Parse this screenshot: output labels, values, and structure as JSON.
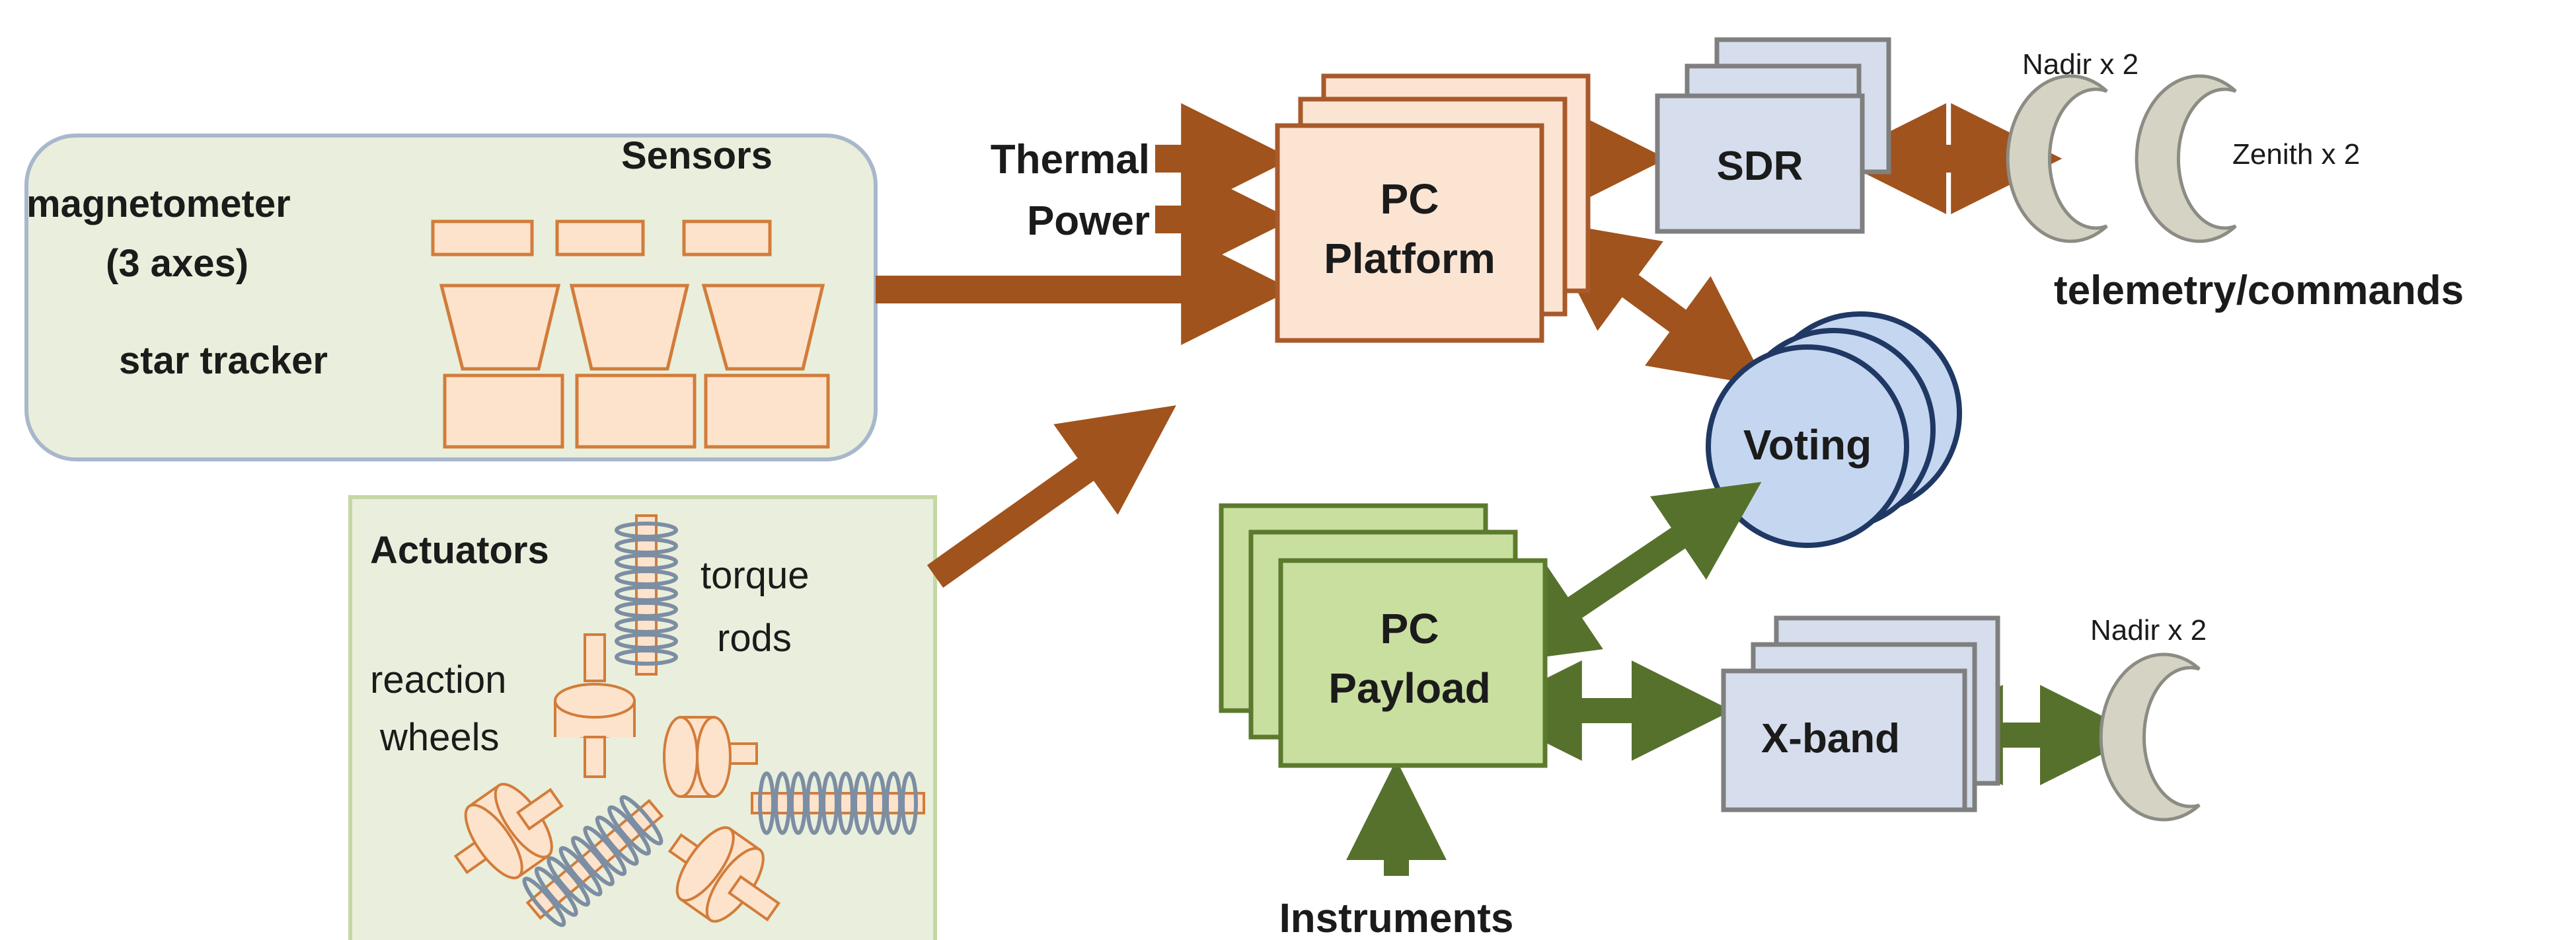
{
  "labels": {
    "sensors": "Sensors",
    "magnetometer": "magnetometer",
    "magnetometer_axes": "(3 axes)",
    "star_tracker": "star tracker",
    "thermal": "Thermal",
    "power": "Power",
    "pc_platform_1": "PC",
    "pc_platform_2": "Platform",
    "sdr": "SDR",
    "nadir_top": "Nadir x 2",
    "zenith": "Zenith x 2",
    "telemetry": "telemetry/commands",
    "voting": "Voting",
    "actuators": "Actuators",
    "torque_1": "torque",
    "torque_2": "rods",
    "reaction_1": "reaction",
    "reaction_2": "wheels",
    "pc_payload_1": "PC",
    "pc_payload_2": "Payload",
    "xband": "X-band",
    "nadir_bottom": "Nadir x 2",
    "instruments": "Instruments"
  },
  "colors": {
    "brown_arrow": "#a0531c",
    "green_arrow": "#56712c",
    "sensor_panel_fill": "#e9efdc",
    "sensor_panel_stroke": "#a9b7cc",
    "actuator_panel_fill": "#e9efdc",
    "actuator_panel_stroke": "#c5d8a4",
    "platform_fill": "#fce4d2",
    "platform_stroke": "#a85a2a",
    "payload_fill": "#c9df9f",
    "payload_stroke": "#5c7a2e",
    "radio_fill": "#d6deed",
    "radio_stroke": "#7f7f7f",
    "voting_fill": "#c5d7f0",
    "voting_stroke": "#1f3864",
    "antenna_fill": "#d5d3c4",
    "antenna_stroke": "#8c8c84",
    "component_fill": "#fde3cc",
    "component_stroke": "#d27c3a",
    "coil_color": "#7d8ea3"
  },
  "icons": [
    "magnetometer-component",
    "star-tracker-component",
    "torque-rod-icon",
    "reaction-wheel-icon",
    "antenna-dish-icon"
  ]
}
